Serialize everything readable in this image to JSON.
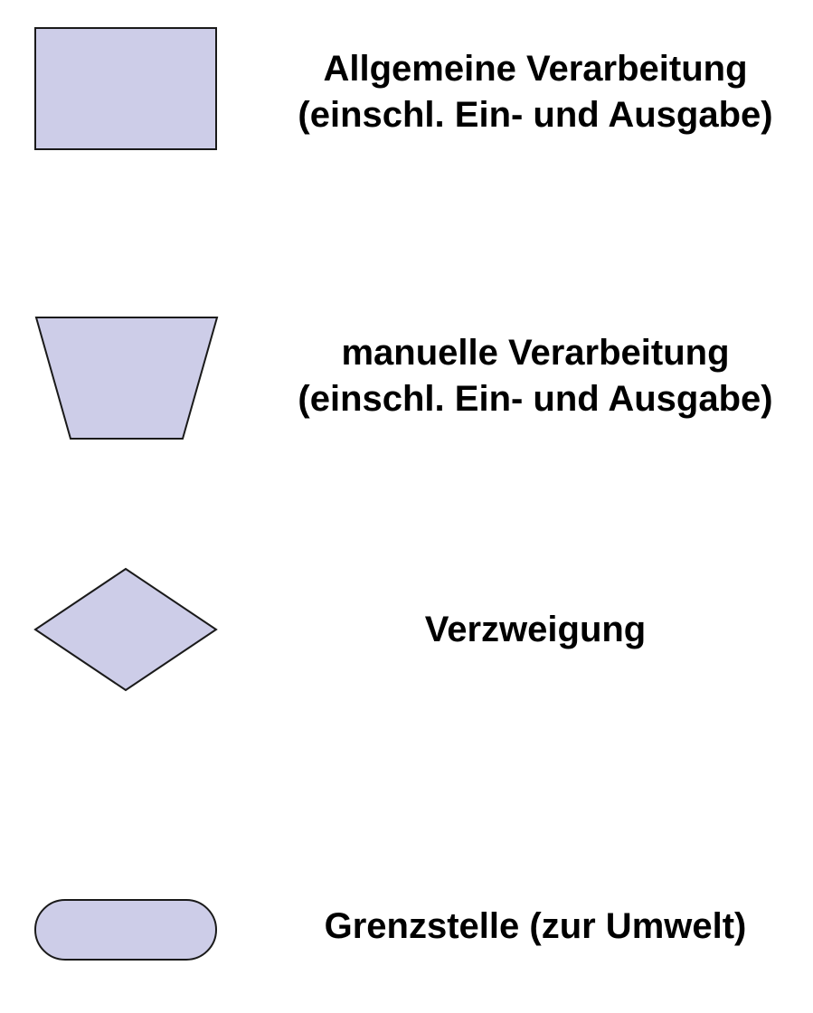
{
  "colors": {
    "shape_fill": "#cdcde8",
    "shape_stroke": "#1a1a1a",
    "text": "#000000",
    "background": "#ffffff"
  },
  "legend": {
    "items": [
      {
        "shape": "rectangle",
        "line1": "Allgemeine Verarbeitung",
        "line2": "(einschl. Ein- und Ausgabe)"
      },
      {
        "shape": "trapezoid",
        "line1": "manuelle Verarbeitung",
        "line2": "(einschl. Ein- und Ausgabe)"
      },
      {
        "shape": "diamond",
        "line1": "Verzweigung"
      },
      {
        "shape": "rounded-rectangle",
        "line1": "Grenzstelle (zur Umwelt)"
      }
    ]
  }
}
